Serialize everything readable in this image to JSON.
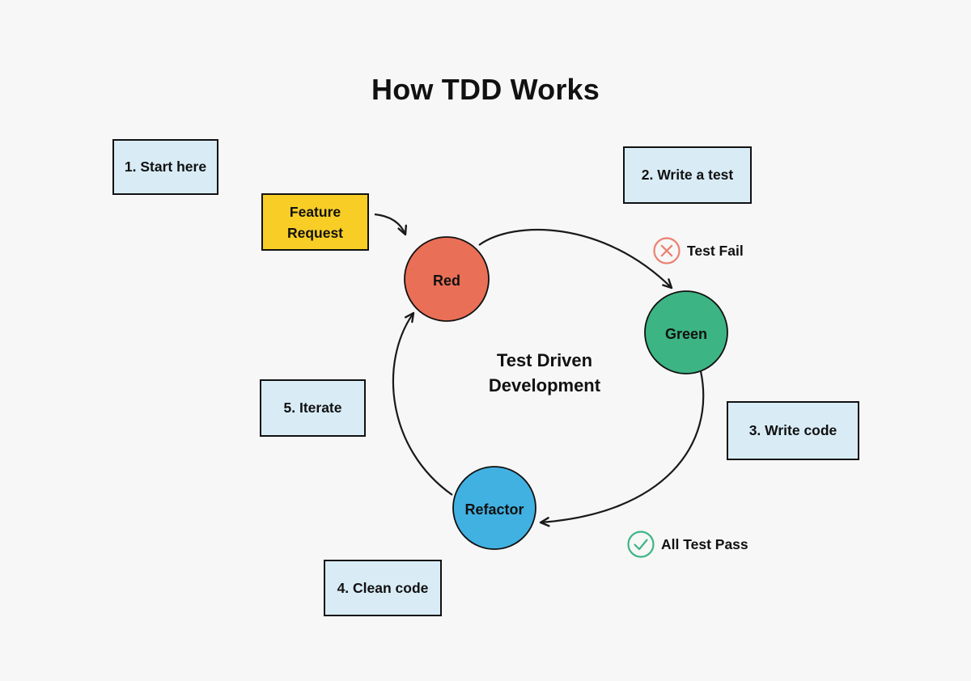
{
  "title": "How TDD Works",
  "colors": {
    "background": "#F7F7F7",
    "note_fill": "#D9ECF6",
    "note_border": "#111111",
    "feature_fill": "#F8CE26",
    "arrow": "#1A1A1A",
    "text": "#111111",
    "fail_icon": "#EC8070",
    "pass_icon": "#3CB585"
  },
  "notes": [
    {
      "id": "start-here",
      "label": "1. Start here"
    },
    {
      "id": "write-test",
      "label": "2. Write a test"
    },
    {
      "id": "write-code",
      "label": "3. Write code"
    },
    {
      "id": "clean-code",
      "label": "4. Clean code"
    },
    {
      "id": "iterate",
      "label": "5. Iterate"
    }
  ],
  "feature": {
    "label": "Feature Request"
  },
  "cycle": {
    "center_label": "Test Driven Development",
    "nodes": [
      {
        "id": "red",
        "label": "Red",
        "color": "#E96F56"
      },
      {
        "id": "green",
        "label": "Green",
        "color": "#3CB483"
      },
      {
        "id": "refactor",
        "label": "Refactor",
        "color": "#41B1E1"
      }
    ]
  },
  "annotations": [
    {
      "id": "test-fail",
      "label": "Test Fail",
      "icon": "x-circle",
      "color": "#EC8070"
    },
    {
      "id": "all-test-pass",
      "label": "All Test Pass",
      "icon": "check-circle",
      "color": "#3CB585"
    }
  ]
}
